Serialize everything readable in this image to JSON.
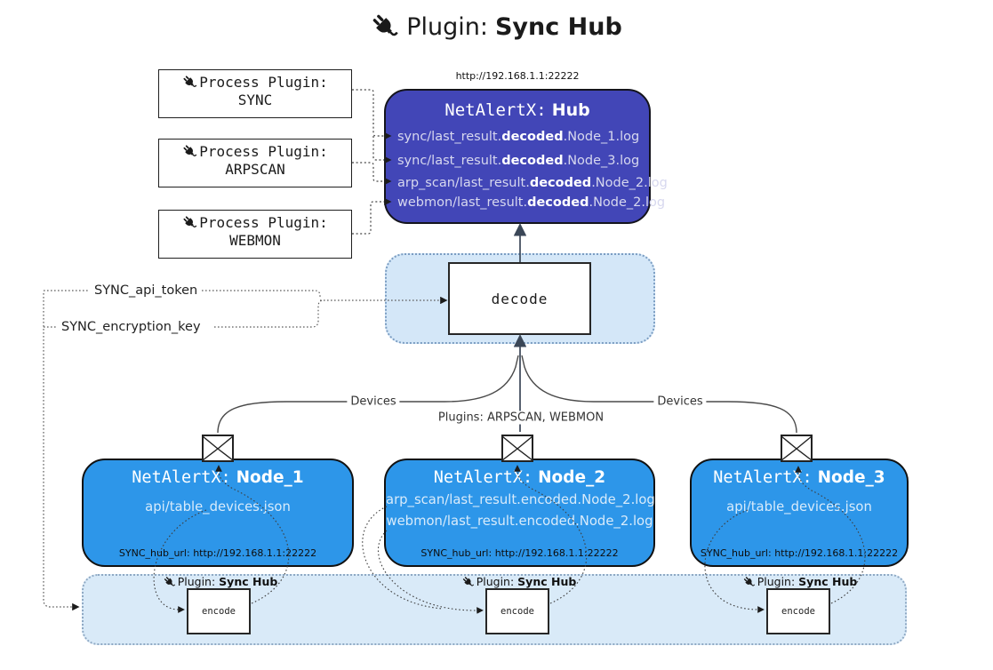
{
  "title": {
    "prefix": "Plugin:",
    "name": "Sync Hub"
  },
  "hub": {
    "url": "http://192.168.1.1:22222",
    "name_prefix": "NetAlertX:",
    "name": "Hub",
    "logs": [
      {
        "pre": "sync/last_result.",
        "bold": "decoded",
        "post": ".Node_1.log"
      },
      {
        "pre": "sync/last_result.",
        "bold": "decoded",
        "post": ".Node_3.log"
      },
      {
        "pre": "arp_scan/last_result.",
        "bold": "decoded",
        "post": ".Node_2.log"
      },
      {
        "pre": "webmon/last_result.",
        "bold": "decoded",
        "post": ".Node_2.log"
      }
    ]
  },
  "process_plugins": [
    {
      "label": "Process Plugin:",
      "name": "SYNC"
    },
    {
      "label": "Process Plugin:",
      "name": "ARPSCAN"
    },
    {
      "label": "Process Plugin:",
      "name": "WEBMON"
    }
  ],
  "decode_label": "decode",
  "settings": {
    "api_token": "SYNC_api_token",
    "encryption_key": "SYNC_encryption_key"
  },
  "edges": {
    "devices_left": "Devices",
    "plugins_center": "Plugins: ARPSCAN, WEBMON",
    "devices_right": "Devices"
  },
  "nodes": [
    {
      "name_prefix": "NetAlertX:",
      "name": "Node_1",
      "files": [
        "api/table_devices.json"
      ],
      "hub_url": "SYNC_hub_url: http://192.168.1.1:22222"
    },
    {
      "name_prefix": "NetAlertX:",
      "name": "Node_2",
      "files": [
        "arp_scan/last_result.encoded.Node_2.log",
        "webmon/last_result.encoded.Node_2.log"
      ],
      "hub_url": "SYNC_hub_url: http://192.168.1.1:22222"
    },
    {
      "name_prefix": "NetAlertX:",
      "name": "Node_3",
      "files": [
        "api/table_devices.json"
      ],
      "hub_url": "SYNC_hub_url: http://192.168.1.1:22222"
    }
  ],
  "encoders": [
    {
      "label_prefix": "Plugin:",
      "label_name": "Sync Hub",
      "box_label": "encode"
    },
    {
      "label_prefix": "Plugin:",
      "label_name": "Sync Hub",
      "box_label": "encode"
    },
    {
      "label_prefix": "Plugin:",
      "label_name": "Sync Hub",
      "box_label": "encode"
    }
  ],
  "colors": {
    "hub_fill": "#4246b7",
    "node_fill": "#2d96e9",
    "band_fill": "#d9eaf8",
    "decode_band_fill": "#d4e7f8"
  }
}
